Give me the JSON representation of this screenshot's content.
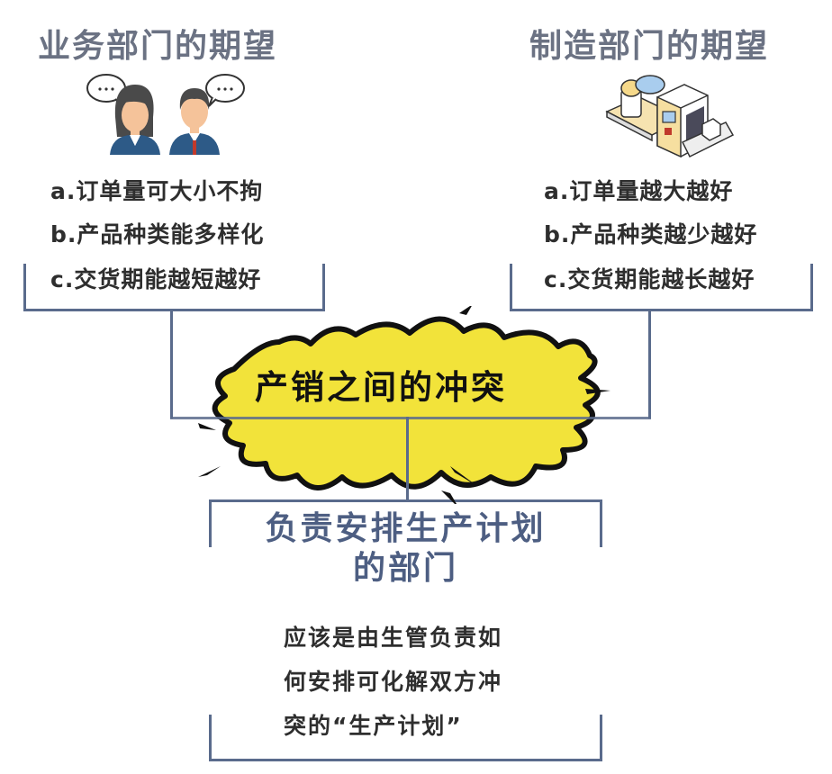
{
  "sales": {
    "title": "业务部门的期望",
    "icon": "two-customer-service-agents-with-speech-bubbles",
    "items": [
      "a.订单量可大小不拘",
      "b.产品种类能多样化",
      "c.交货期能越短越好"
    ]
  },
  "manufacturing": {
    "title": "制造部门的期望",
    "icon": "factory-machine-conveyor",
    "items": [
      "a.订单量越大越好",
      "b.产品种类越少越好",
      "c.交货期能越长越好"
    ]
  },
  "conflict": {
    "label": "产销之间的冲突",
    "color": "#f2e33a"
  },
  "planning": {
    "title_line1": "负责安排生产计划",
    "title_line2": "的部门",
    "desc": [
      "应该是由生管负责如",
      "何安排可化解双方冲",
      "突的“生产计划”"
    ]
  },
  "colors": {
    "line": "#5a6b8c",
    "title": "#6b7283",
    "plan_title": "#4d5e82"
  }
}
